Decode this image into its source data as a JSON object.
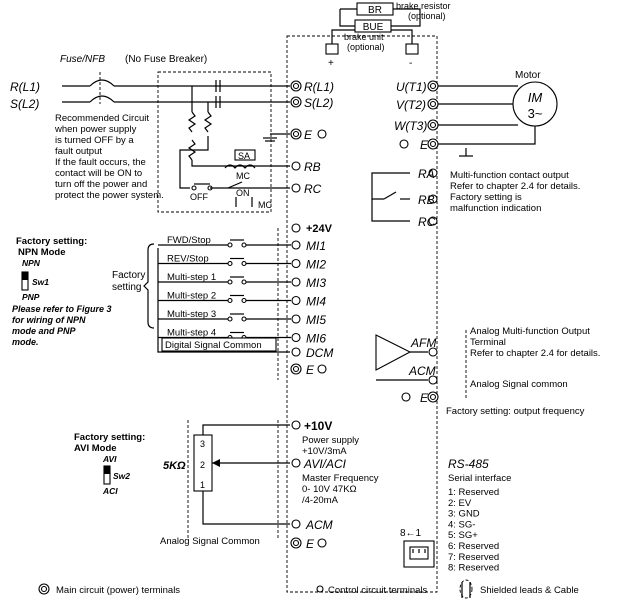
{
  "br": {
    "label": "BR",
    "caption": "brake resistor",
    "note": "(optional)"
  },
  "bue": {
    "label": "BUE",
    "caption": "brake unit",
    "note": "(optional)"
  },
  "plus": "+",
  "minus": "-",
  "nfb": {
    "label": "Fuse/NFB",
    "note": "(No Fuse Breaker)"
  },
  "inputs": {
    "r": "R(L1)",
    "s": "S(L2)"
  },
  "main_terms": {
    "r": "R(L1)",
    "s": "S(L2)",
    "rb": "RB",
    "rc": "RC",
    "p24": "+24V"
  },
  "e_label": "E",
  "recommended": [
    "Recommended Circuit",
    " when power supply",
    " is turned OFF by a",
    " fault output",
    "If the fault occurs, the",
    "contact will be ON to",
    "turn off the power and",
    "protect the power system."
  ],
  "relay": {
    "sa": "SA",
    "mc": "MC",
    "off": "OFF",
    "on": "ON",
    "mc2": "MC"
  },
  "motor": {
    "label": "Motor",
    "im": "IM",
    "phase": "3~"
  },
  "outputs": {
    "u": "U(T1)",
    "v": "V(T2)",
    "w": "W(T3)"
  },
  "relay_out": {
    "ra": "RA",
    "rb": "RB",
    "rc": "RC",
    "desc": [
      "Multi-function contact output",
      "Refer to chapter 2.4 for details.",
      "Factory setting is",
      "malfunction indication"
    ]
  },
  "npn": {
    "title": "Factory setting:",
    "mode": "NPN Mode",
    "npn": "NPN",
    "sw": "Sw1",
    "pnp": "PNP",
    "note": [
      "Please refer to Figure 3",
      "for wiring of NPN",
      "mode and PNP",
      "mode."
    ]
  },
  "factory_setting": [
    "Factory",
    "setting"
  ],
  "digital_inputs": [
    {
      "func": "FWD/Stop",
      "term": "MI1"
    },
    {
      "func": "REV/Stop",
      "term": "MI2"
    },
    {
      "func": "Multi-step 1",
      "term": "MI3"
    },
    {
      "func": "Multi-step 2",
      "term": "MI4"
    },
    {
      "func": "Multi-step 3",
      "term": "MI5"
    },
    {
      "func": "Multi-step 4",
      "term": "MI6"
    }
  ],
  "dcm": {
    "label": "Digital Signal Common",
    "term": "DCM"
  },
  "afm": {
    "term": "AFM",
    "acm": "ACM",
    "desc": [
      "Analog Multi-function Output",
      "Terminal",
      "Refer to chapter 2.4 for details."
    ],
    "common": "Analog Signal common",
    "factory": "Factory setting: output frequency"
  },
  "avi": {
    "title": "Factory setting:",
    "mode": "AVI Mode",
    "avi": "AVI",
    "sw": "Sw2",
    "aci": "ACI"
  },
  "pot": {
    "value": "5KΩ",
    "pins": [
      "3",
      "2",
      "1"
    ]
  },
  "p10": {
    "term": "+10V",
    "desc": [
      "Power supply",
      "+10V/3mA"
    ]
  },
  "aviaci": {
    "term": "AVI/ACI",
    "desc": [
      "Master Frequency",
      "0- 10V 47KΩ",
      "/4-20mA"
    ]
  },
  "acm2": {
    "term": "ACM",
    "label": "Analog Signal Common"
  },
  "rs485": {
    "title": "RS-485",
    "subtitle": "Serial interface",
    "pins": [
      "1: Reserved",
      "2: EV",
      "3: GND",
      "4: SG-",
      "5: SG+",
      "6: Reserved",
      "7: Reserved",
      "8: Reserved"
    ],
    "arrow": "8←1"
  },
  "legend": {
    "main": "Main circuit (power) terminals",
    "control": "Control circuit terminals",
    "shielded": "Shielded leads & Cable"
  }
}
